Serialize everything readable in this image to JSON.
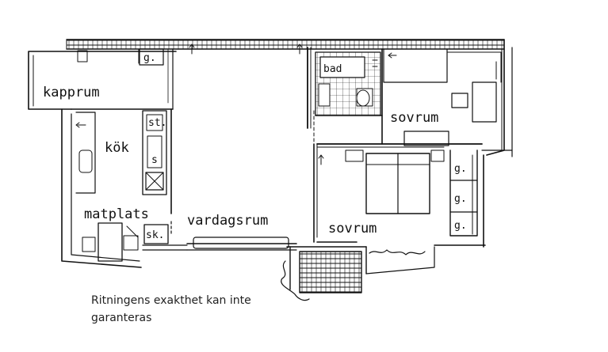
{
  "rooms": {
    "kapprum": "kapprum",
    "kok": "kök",
    "matplats": "matplats",
    "vardagsrum": "vardagsrum",
    "sovrum_upper": "sovrum",
    "sovrum_lower": "sovrum",
    "bad": "bad"
  },
  "fixtures": {
    "g_top": "g.",
    "st": "st.",
    "s": "s",
    "sk": "sk.",
    "g_right_1": "g.",
    "g_right_2": "g.",
    "g_right_3": "g."
  },
  "disclaimer": "Ritningens exakthet kan inte garanteras",
  "colors": {
    "line": "#111111",
    "background": "#ffffff"
  }
}
